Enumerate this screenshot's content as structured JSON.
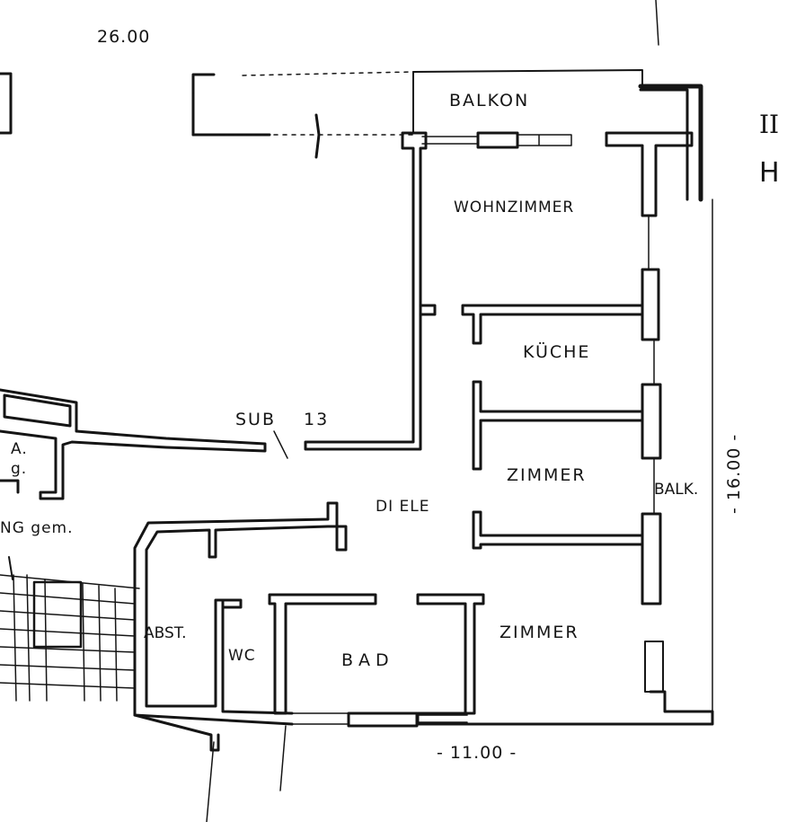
{
  "dimensions": {
    "top_width": "26.00",
    "bottom_width": "- 11.00 -",
    "right_height": "- 16.00 -"
  },
  "rooms": {
    "balkon": "BALKON",
    "wohnzimmer": "WOHNZIMMER",
    "kueche": "KÜCHE",
    "zimmer_1": "ZIMMER",
    "zimmer_2": "ZIMMER",
    "diele": "DI ELE",
    "bad": "BAD",
    "wc": "WC",
    "abst": "ABST.",
    "balk": "BALK."
  },
  "labels": {
    "sub_left": "SUB",
    "sub_right": "13",
    "left_fragment_1": "A.",
    "left_fragment_2": "g.",
    "left_fragment_3": "NG  gem.",
    "margin_right_1": "II",
    "margin_right_2": "H"
  },
  "colors": {
    "ink": "#151515",
    "paper": "#ffffff"
  }
}
